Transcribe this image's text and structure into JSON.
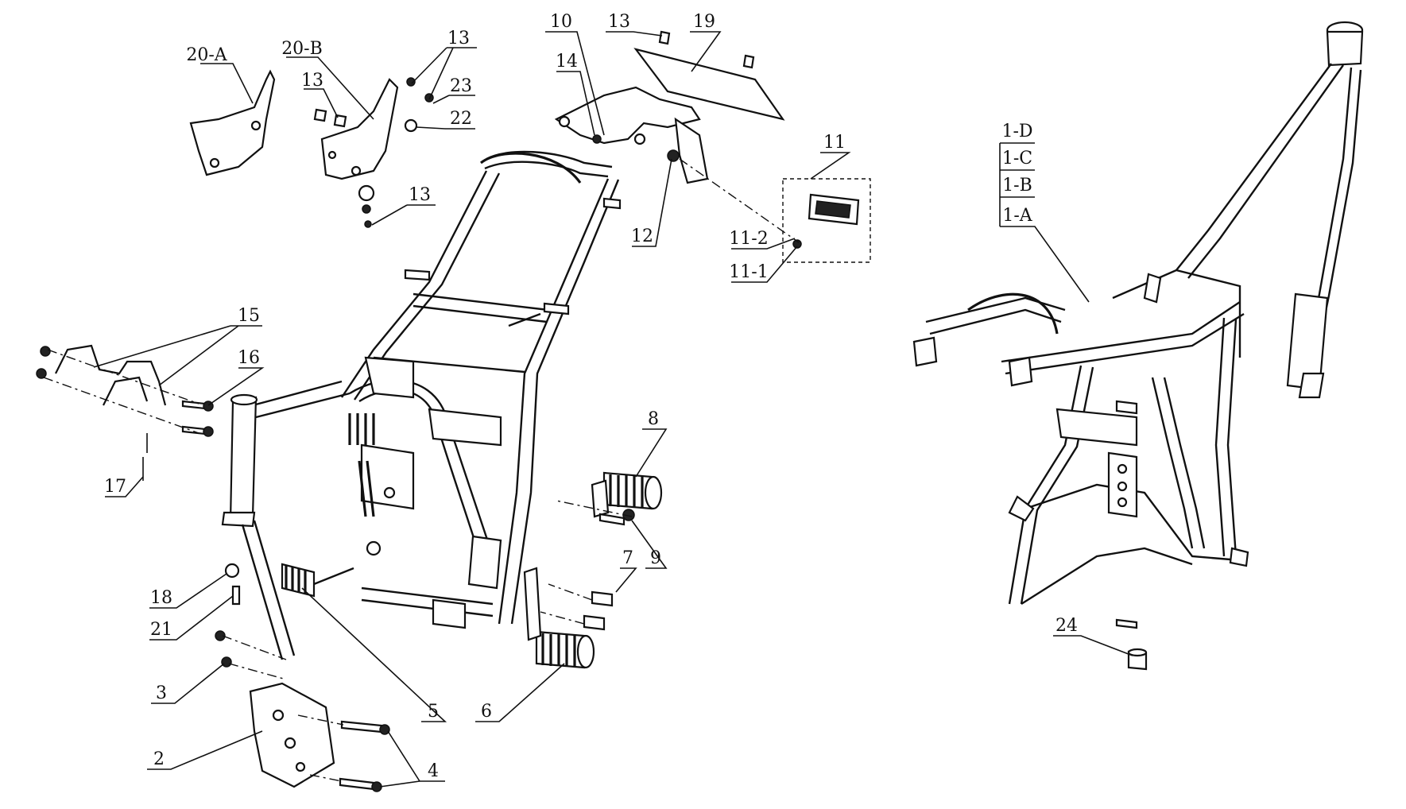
{
  "diagram": {
    "callouts": [
      {
        "id": "c-20a",
        "label": "20-A"
      },
      {
        "id": "c-20b",
        "label": "20-B"
      },
      {
        "id": "c-13a",
        "label": "13"
      },
      {
        "id": "c-13b",
        "label": "13"
      },
      {
        "id": "c-13c",
        "label": "13"
      },
      {
        "id": "c-13d",
        "label": "13"
      },
      {
        "id": "c-23",
        "label": "23"
      },
      {
        "id": "c-22",
        "label": "22"
      },
      {
        "id": "c-10",
        "label": "10"
      },
      {
        "id": "c-14",
        "label": "14"
      },
      {
        "id": "c-19",
        "label": "19"
      },
      {
        "id": "c-12",
        "label": "12"
      },
      {
        "id": "c-11",
        "label": "11"
      },
      {
        "id": "c-11-2",
        "label": "11-2"
      },
      {
        "id": "c-11-1",
        "label": "11-1"
      },
      {
        "id": "c-15",
        "label": "15"
      },
      {
        "id": "c-16",
        "label": "16"
      },
      {
        "id": "c-17",
        "label": "17"
      },
      {
        "id": "c-8",
        "label": "8"
      },
      {
        "id": "c-9",
        "label": "9"
      },
      {
        "id": "c-7",
        "label": "7"
      },
      {
        "id": "c-18",
        "label": "18"
      },
      {
        "id": "c-21",
        "label": "21"
      },
      {
        "id": "c-3",
        "label": "3"
      },
      {
        "id": "c-5",
        "label": "5"
      },
      {
        "id": "c-6",
        "label": "6"
      },
      {
        "id": "c-2",
        "label": "2"
      },
      {
        "id": "c-4",
        "label": "4"
      },
      {
        "id": "c-1d",
        "label": "1-D"
      },
      {
        "id": "c-1c",
        "label": "1-C"
      },
      {
        "id": "c-1b",
        "label": "1-B"
      },
      {
        "id": "c-1a",
        "label": "1-A"
      },
      {
        "id": "c-24",
        "label": "24"
      }
    ]
  }
}
